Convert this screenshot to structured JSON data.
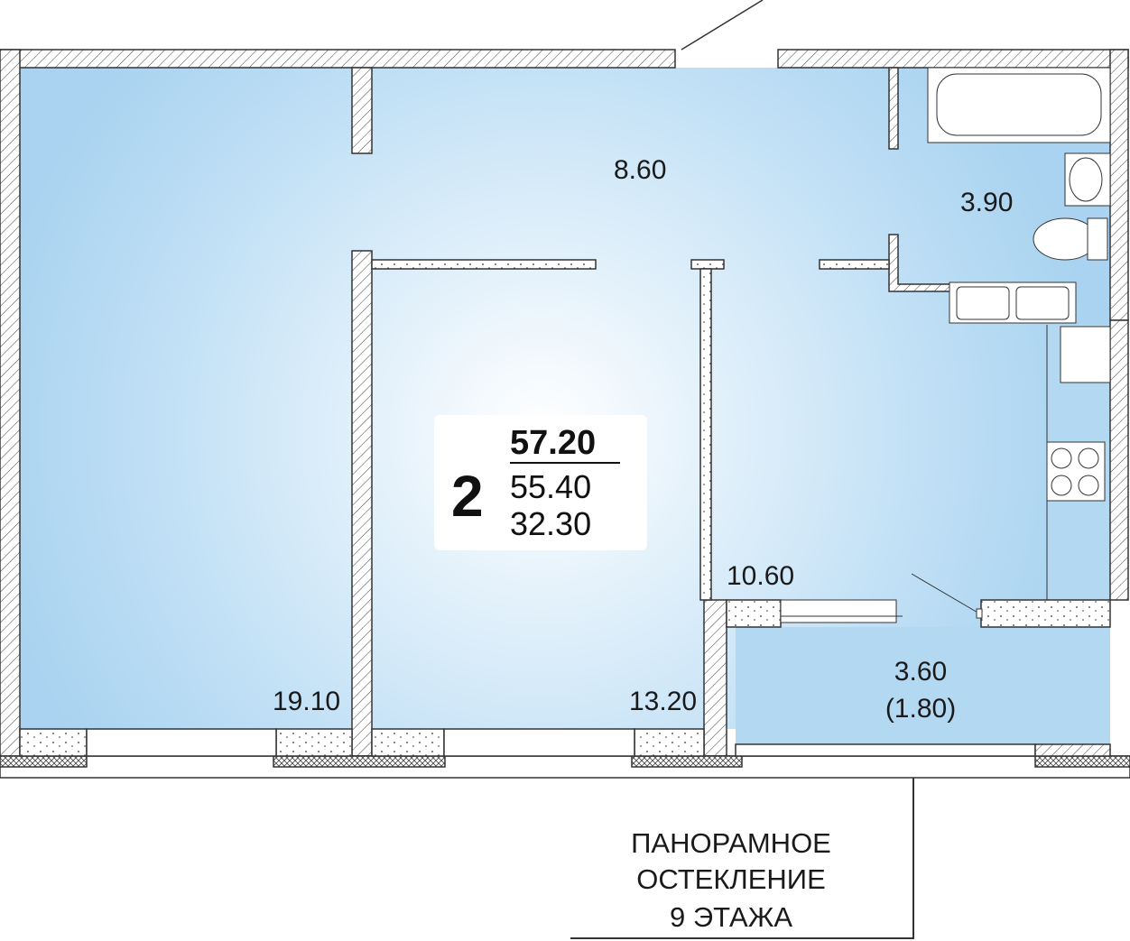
{
  "plan": {
    "rooms_count": "2",
    "total_area": "57.20",
    "area_without_balcony": "55.40",
    "living_area": "32.30",
    "room_areas": {
      "living_room_left": "19.10",
      "corridor": "8.60",
      "bathroom": "3.90",
      "bedroom": "13.20",
      "kitchen": "10.60",
      "balcony": "3.60",
      "balcony_reduced": "(1.80)"
    },
    "caption": [
      "ПАНОРАМНОЕ",
      "ОСТЕКЛЕНИЕ",
      "9 ЭТАЖА"
    ]
  },
  "colors": {
    "room_fill_edge": "#a9d3f0",
    "room_fill_center": "#ffffff",
    "wall": "#ffffff",
    "line": "#333333"
  }
}
